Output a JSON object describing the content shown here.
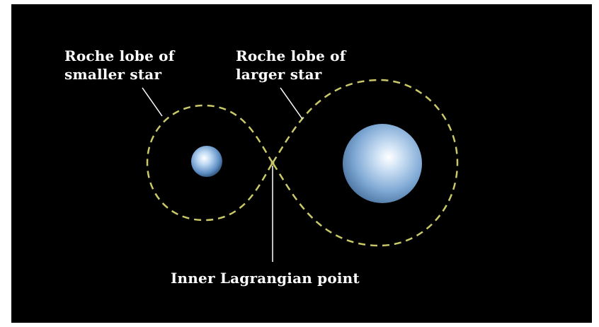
{
  "labels": {
    "smaller_lobe": [
      "Roche lobe of",
      "smaller star"
    ],
    "larger_lobe": [
      "Roche lobe of",
      "larger star"
    ],
    "inner_lagrangian": "Inner Lagrangian point"
  },
  "colors": {
    "background": "#000000",
    "text": "#ffffff",
    "lobe_outline": "#c9c96a",
    "star": "#8fb8df",
    "pointer_line": "#ffffff"
  }
}
